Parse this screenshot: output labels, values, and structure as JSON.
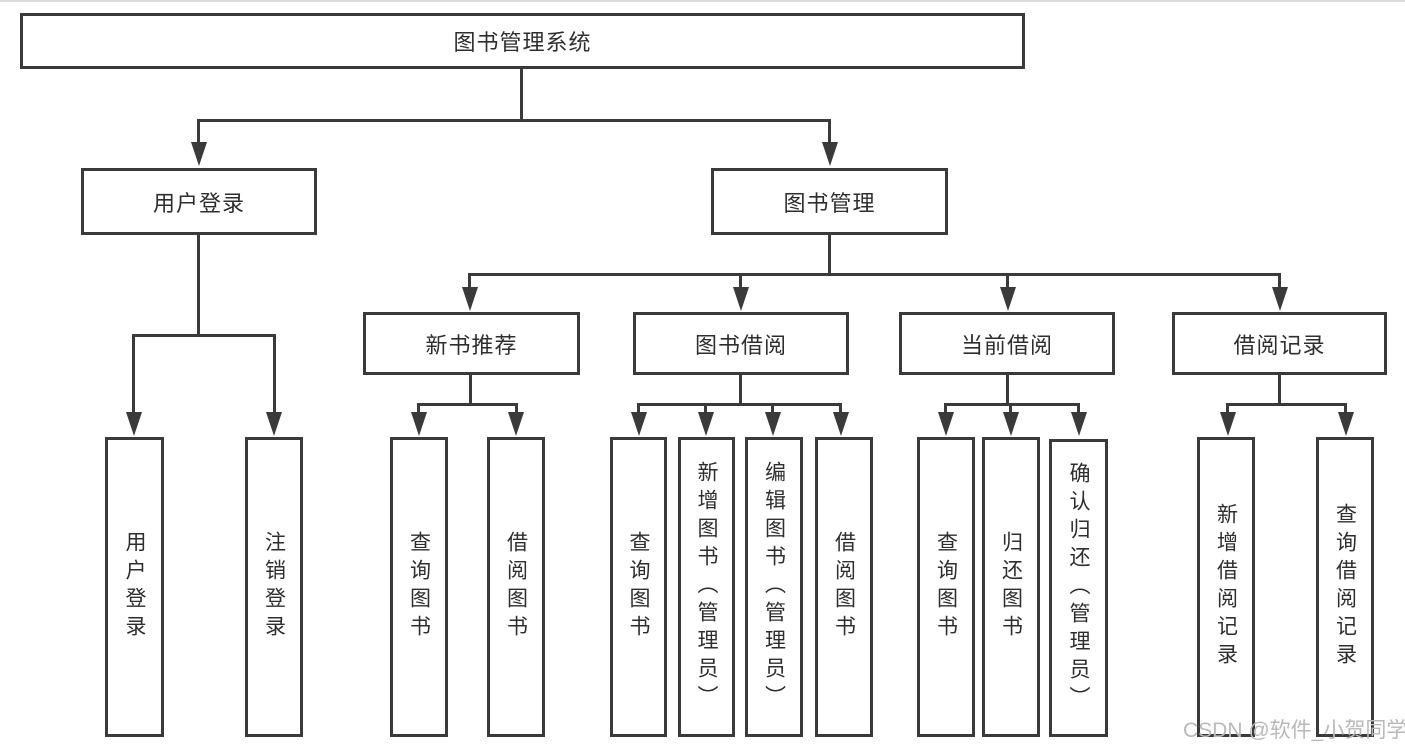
{
  "diagram": {
    "root": {
      "label": "图书管理系统"
    },
    "branches": [
      {
        "label": "用户登录",
        "leaves": [
          {
            "label": "用户登录"
          },
          {
            "label": "注销登录"
          }
        ]
      },
      {
        "label": "图书管理",
        "groups": [
          {
            "label": "新书推荐",
            "leaves": [
              {
                "label": "查询图书"
              },
              {
                "label": "借阅图书"
              }
            ]
          },
          {
            "label": "图书借阅",
            "leaves": [
              {
                "label": "查询图书"
              },
              {
                "label": "新增图书（管理员）"
              },
              {
                "label": "编辑图书（管理员）"
              },
              {
                "label": "借阅图书"
              }
            ]
          },
          {
            "label": "当前借阅",
            "leaves": [
              {
                "label": "查询图书"
              },
              {
                "label": "归还图书"
              },
              {
                "label": "确认归还（管理员）"
              }
            ]
          },
          {
            "label": "借阅记录",
            "leaves": [
              {
                "label": "新增借阅记录"
              },
              {
                "label": "查询借阅记录"
              }
            ]
          }
        ]
      }
    ]
  },
  "watermark": {
    "text": "CSDN @软件_小贺同学"
  },
  "colors": {
    "line": "#3a3a3a",
    "text": "#2e2e2e",
    "watermark": "#b9b9b9",
    "background": "#ffffff"
  }
}
